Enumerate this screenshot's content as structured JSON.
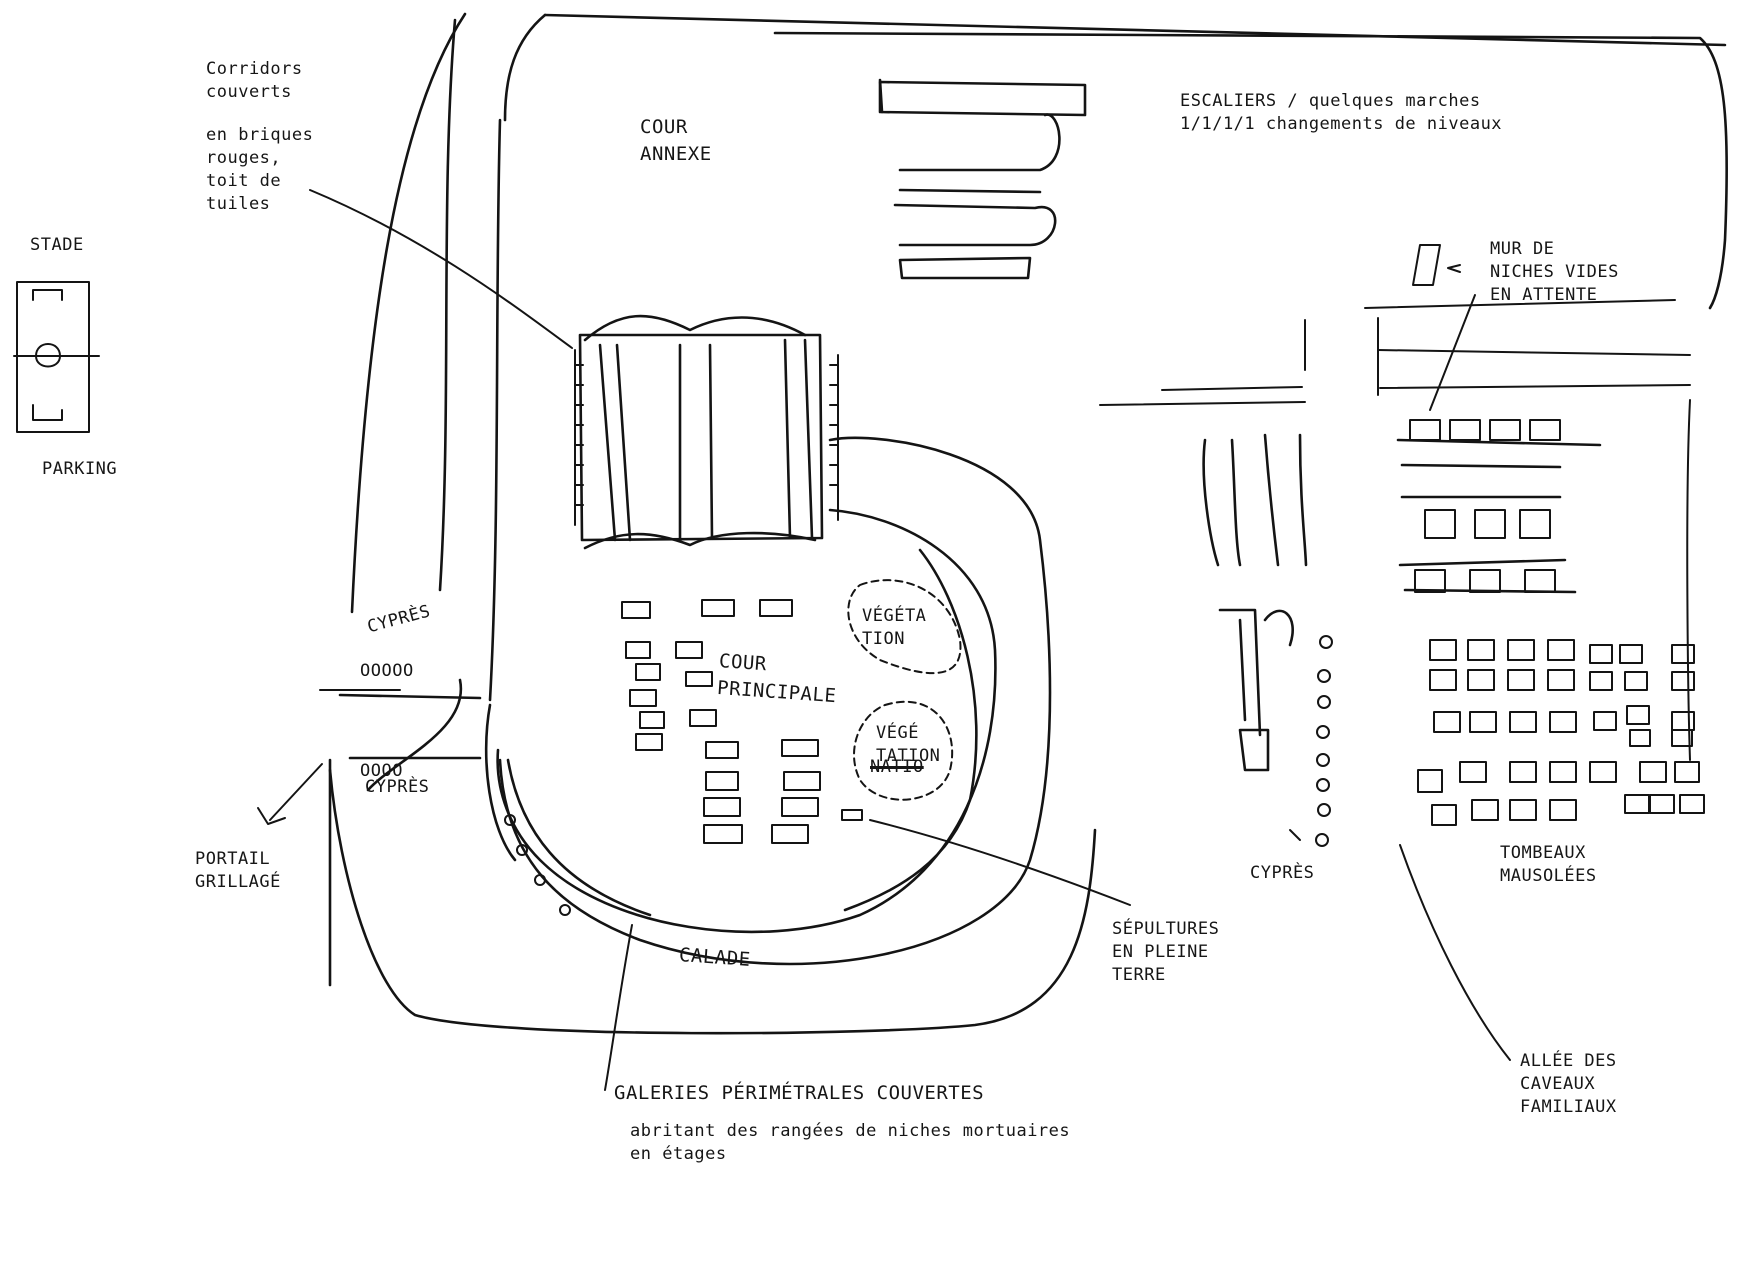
{
  "labels": {
    "corridors": "Corridors\ncouverts",
    "corridors_detail": "en briques\nrouges,\ntoit de\ntuiles",
    "stade": "STADE",
    "parking": "PARKING",
    "cour_annexe": "COUR\nANNEXE",
    "escaliers": "ESCALIERS / quelques marches\n1/1/1/1 changements de niveaux",
    "mur_niches": "MUR DE\nNICHES VIDES\nEN ATTENTE",
    "cypres_top": "CYPRÈS",
    "cypres_circles": "OOOOO",
    "cypres_bottom_circles": "OOOO",
    "cypres_bottom": "CYPRÈS",
    "cour_principale": "COUR\nPRINCIPALE",
    "vegetation_1": "VÉGÉTA\nTION",
    "vegetation_2": "VÉGÉ\nTATION",
    "vegetation_2_strike": "NATIO",
    "portail": "PORTAIL\nGRILLAGÉ",
    "calade": "CALADE",
    "sepultures": "SÉPULTURES\nEN PLEINE\nTERRE",
    "cypres_right": "CYPRÈS",
    "tombeaux": "TOMBEAUX\nMAUSOLÉES",
    "allee": "ALLÉE DES\nCAVEAUX\nFAMILIAUX",
    "galeries": "GALERIES PÉRIMÉTRALES COUVERTES",
    "galeries_detail": "abritant des rangées de niches mortuaires\nen étages"
  }
}
